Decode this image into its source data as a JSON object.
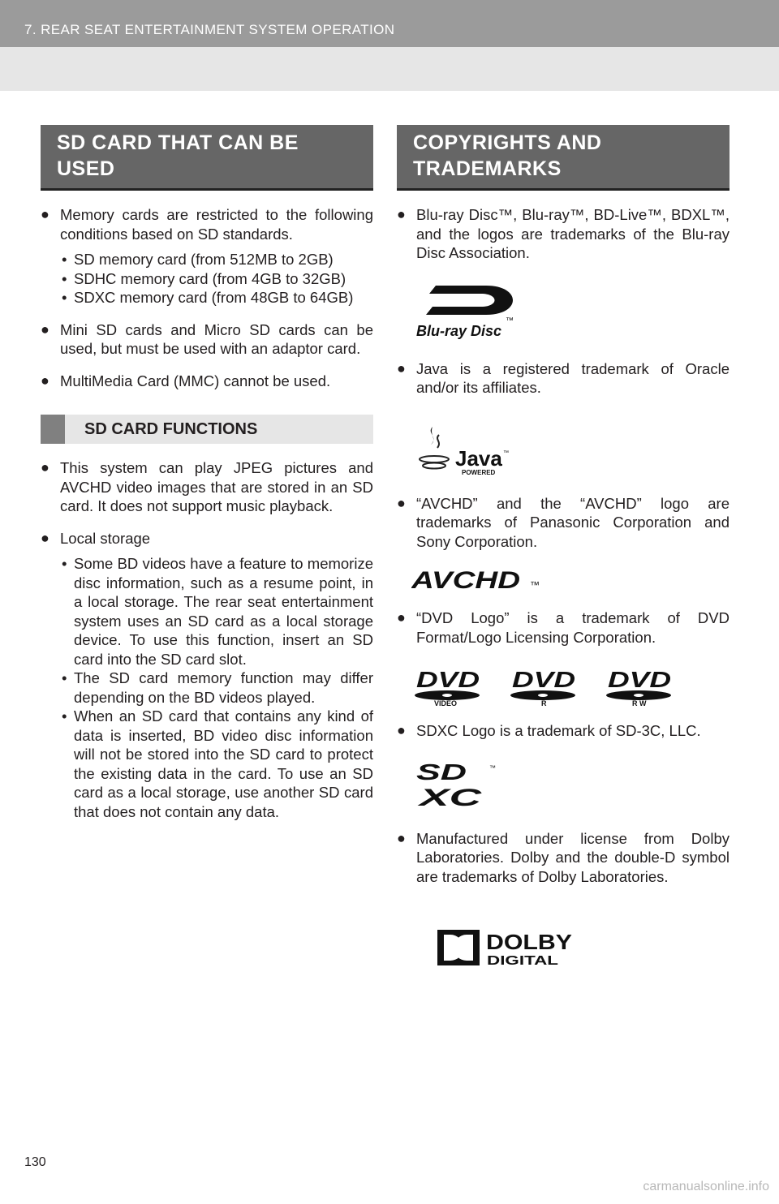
{
  "header": {
    "chapter": "7. REAR SEAT ENTERTAINMENT SYSTEM OPERATION"
  },
  "left": {
    "section1_title": "SD CARD THAT CAN BE USED",
    "b1": "Memory cards are restricted to the following conditions based on SD standards.",
    "b1_subs": [
      "SD memory card (from 512MB to 2GB)",
      "SDHC memory card (from 4GB to 32GB)",
      "SDXC memory card (from 48GB to 64GB)"
    ],
    "b2": "Mini SD cards and Micro SD cards can be used, but must be used with an adaptor card.",
    "b3": "MultiMedia Card (MMC) cannot be used.",
    "section2_title": "SD CARD FUNCTIONS",
    "b4": "This system can play JPEG pictures and AVCHD video images that are stored in an SD card. It does not support music playback.",
    "b5": "Local storage",
    "b5_subs": [
      "Some BD videos have a feature to memorize disc information, such as a resume point, in a local storage. The rear seat entertainment system uses an SD card as a local storage device. To use this function, insert an SD card into the SD card slot.",
      "The SD card memory function may differ depending on the BD videos played.",
      "When an SD card that contains any kind of data is inserted, BD video disc information will not be stored into the SD card to protect the existing data in the card. To use an SD card as a local storage, use another SD card that does not contain any data."
    ]
  },
  "right": {
    "section_title": "COPYRIGHTS AND TRADEMARKS",
    "b1": "Blu-ray Disc™, Blu-ray™, BD-Live™, BDXL™, and the logos are trademarks of the Blu-ray Disc Association.",
    "b2": "Java is a registered trademark of Oracle and/or its affiliates.",
    "b3": "“AVCHD” and the “AVCHD” logo are trademarks of Panasonic Corporation and Sony Corporation.",
    "b4": "“DVD Logo” is a trademark of DVD Format/Logo Licensing Corporation.",
    "b5": "SDXC Logo is a trademark of SD-3C, LLC.",
    "b6": "Manufactured under license from Dolby Laboratories. Dolby and the double-D symbol are trademarks of Dolby Laboratories."
  },
  "logos": {
    "bluray": "Blu-ray Disc",
    "tm": "™",
    "java": "Java",
    "java_powered": "POWERED",
    "avchd": "AVCHD",
    "dvd": "DVD",
    "dvd_video": "VIDEO",
    "dvd_r": "R",
    "dvd_rw": "R W",
    "sd": "SD",
    "xc": "XC",
    "dolby": "DOLBY",
    "dolby_digital": "DIGITAL"
  },
  "bullet_glyph": "●",
  "sub_glyph": "•",
  "page_number": "130",
  "footer": "carmanualsonline.info"
}
